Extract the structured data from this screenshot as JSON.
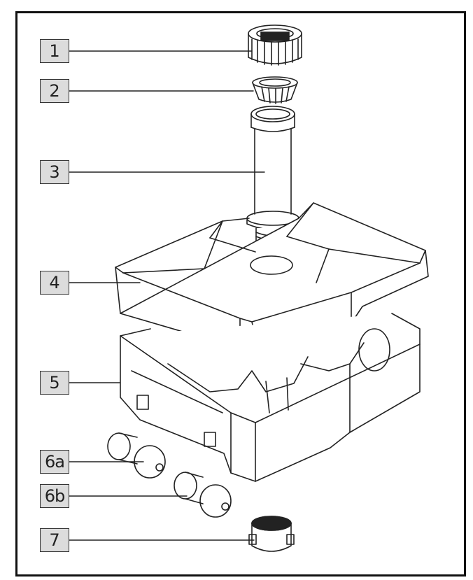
{
  "labels": [
    {
      "id": "c1",
      "text": "1"
    },
    {
      "id": "c2",
      "text": "2"
    },
    {
      "id": "c3",
      "text": "3"
    },
    {
      "id": "c4",
      "text": "4"
    },
    {
      "id": "c5",
      "text": "5"
    },
    {
      "id": "c6a",
      "text": "6a"
    },
    {
      "id": "c6b",
      "text": "6b"
    },
    {
      "id": "c7",
      "text": "7"
    }
  ]
}
